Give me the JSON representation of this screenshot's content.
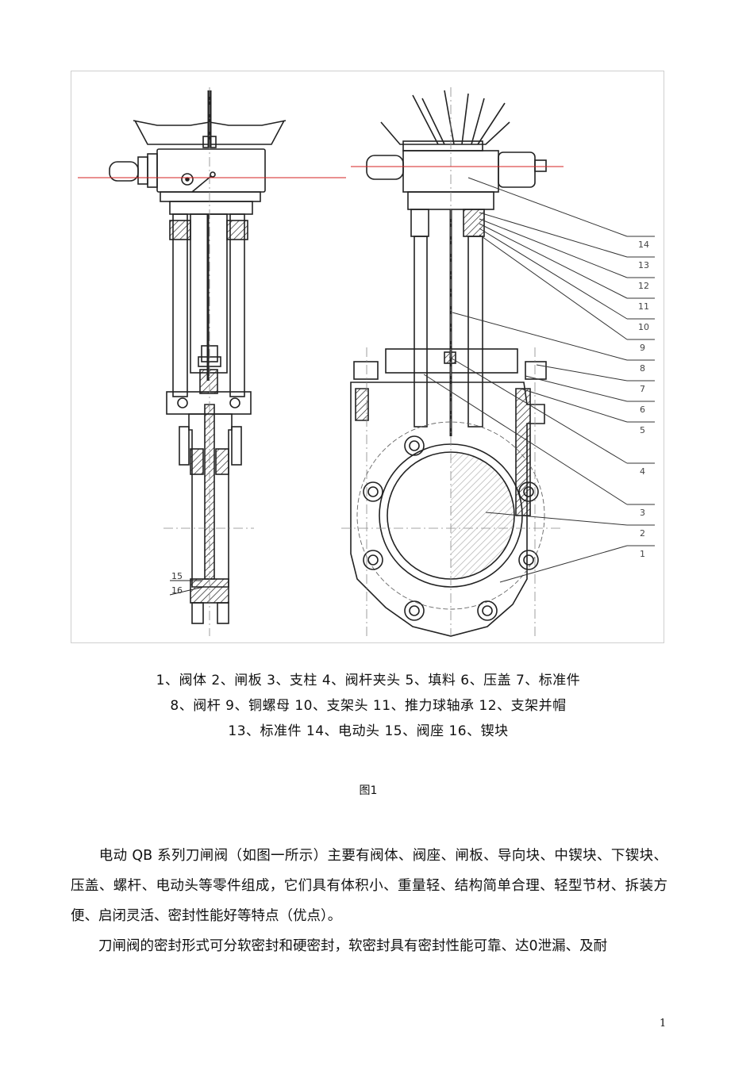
{
  "figure": {
    "callouts": [
      "14",
      "13",
      "12",
      "11",
      "10",
      "9",
      "8",
      "7",
      "6",
      "5",
      "4",
      "3",
      "2",
      "1"
    ],
    "left_callouts": [
      "15",
      "16"
    ]
  },
  "legend": {
    "line1": "1、阀体  2、闸板  3、支柱  4、阀杆夹头  5、填料  6、压盖  7、标准件",
    "line2": "8、阀杆  9、铜螺母  10、支架头  11、推力球轴承  12、支架并帽",
    "line3": "13、标准件  14、电动头  15、阀座  16、锲块"
  },
  "caption": "图1",
  "paragraphs": {
    "p1": "　　电动 QB 系列刀闸阀（如图一所示）主要有阀体、阀座、闸板、导向块、中锲块、下锲块、压盖、螺杆、电动头等零件组成，它们具有体积小、重量轻、结构简单合理、轻型节材、拆装方便、启闭灵活、密封性能好等特点（优点）。",
    "p2": "　　刀闸阀的密封形式可分软密封和硬密封，软密封具有密封性能可靠、达0泄漏、及耐"
  },
  "page_number": "1"
}
